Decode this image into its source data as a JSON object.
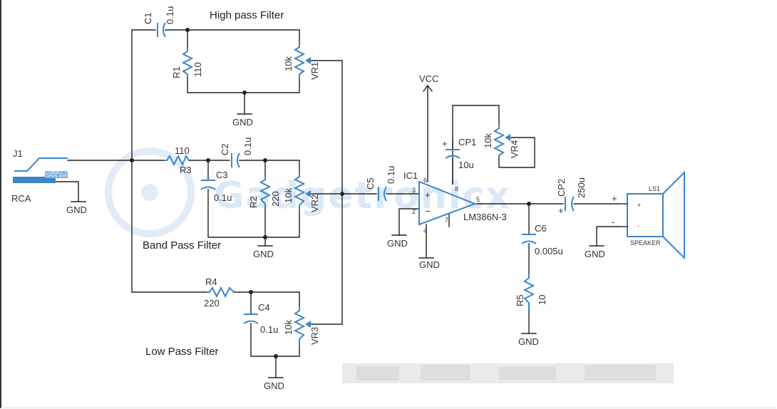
{
  "title": "",
  "watermark": "Gadgetronicx",
  "section_labels": {
    "high_pass": "High pass Filter",
    "band_pass": "Band Pass Filter",
    "low_pass": "Low Pass Filter"
  },
  "connector": {
    "ref": "J1",
    "type": "RCA",
    "tag_line1": "CONNECTOR",
    "tag_line2": "OPEN WIRE"
  },
  "resistors": {
    "r1": {
      "ref": "R1",
      "value": "110"
    },
    "r2": {
      "ref": "R2",
      "value": "220"
    },
    "r3": {
      "ref": "R3",
      "value": "110"
    },
    "r4": {
      "ref": "R4",
      "value": "220"
    },
    "r5": {
      "ref": "R5",
      "value": "10"
    }
  },
  "capacitors": {
    "c1": {
      "ref": "C1",
      "value": "0.1u"
    },
    "c2": {
      "ref": "C2",
      "value": "0.1u"
    },
    "c3": {
      "ref": "C3",
      "value": "0.1u"
    },
    "c4": {
      "ref": "C4",
      "value": "0.1u"
    },
    "c5": {
      "ref": "C5",
      "value": "0.1u"
    },
    "c6": {
      "ref": "C6",
      "value": "0.005u"
    },
    "cp1": {
      "ref": "CP1",
      "value": "10u"
    },
    "cp2": {
      "ref": "CP2",
      "value": "250u"
    }
  },
  "pots": {
    "vr1": {
      "ref": "VR1",
      "value": "10k"
    },
    "vr2": {
      "ref": "VR2",
      "value": "10k"
    },
    "vr3": {
      "ref": "VR3",
      "value": "10k"
    },
    "vr4": {
      "ref": "VR4",
      "value": "10k"
    }
  },
  "ic": {
    "ref": "IC1",
    "part": "LM386N-3",
    "pins": {
      "p2": "2",
      "p3": "3",
      "p4": "4",
      "p5": "5",
      "p6": "6",
      "p7": "7",
      "p8": "8"
    },
    "plus": "+",
    "minus": "−"
  },
  "speaker": {
    "ref": "LS1",
    "label": "SPEAKER",
    "plus": "+",
    "minus": "-"
  },
  "power": {
    "vcc": "VCC",
    "gnd": "GND"
  }
}
